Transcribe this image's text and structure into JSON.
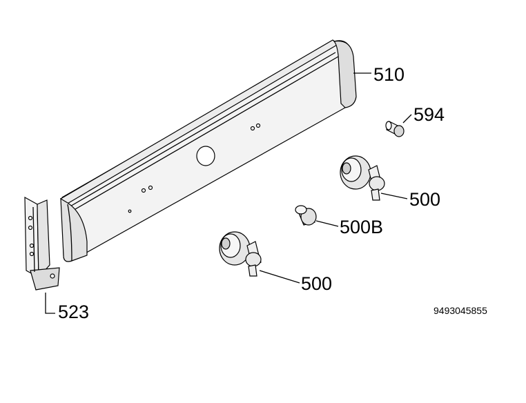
{
  "parts": {
    "panel": "510",
    "small_knob": "594",
    "knob_upper": "500",
    "knob_cap": "500B",
    "knob_lower": "500",
    "bracket": "523"
  },
  "document_number": "9493045855",
  "colors": {
    "part_fill": "#f2f2f2",
    "shade": "#d8d8d8",
    "line": "#000000"
  }
}
